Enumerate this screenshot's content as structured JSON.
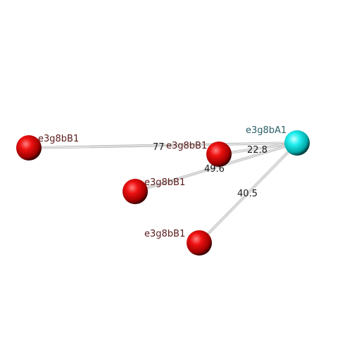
{
  "nodes": [
    {
      "id": "A",
      "label": "e3g8bA1",
      "color": "cyan"
    },
    {
      "id": "B1",
      "label": "e3g8bB1",
      "color": "red"
    },
    {
      "id": "B2",
      "label": "e3g8bB1",
      "color": "red"
    },
    {
      "id": "B3",
      "label": "e3g8bB1",
      "color": "red"
    },
    {
      "id": "B4",
      "label": "e3g8bB1",
      "color": "red"
    }
  ],
  "edges": [
    {
      "from": "A",
      "to": "B1",
      "distance": "77"
    },
    {
      "from": "A",
      "to": "B2",
      "distance": "22.8"
    },
    {
      "from": "A",
      "to": "B3",
      "distance": "49.6"
    },
    {
      "from": "A",
      "to": "B4",
      "distance": "40.5"
    }
  ],
  "colors": {
    "cyan_label": "#2a5f66",
    "red_label": "#5a1a1a",
    "edge": "#b8b8b8"
  }
}
